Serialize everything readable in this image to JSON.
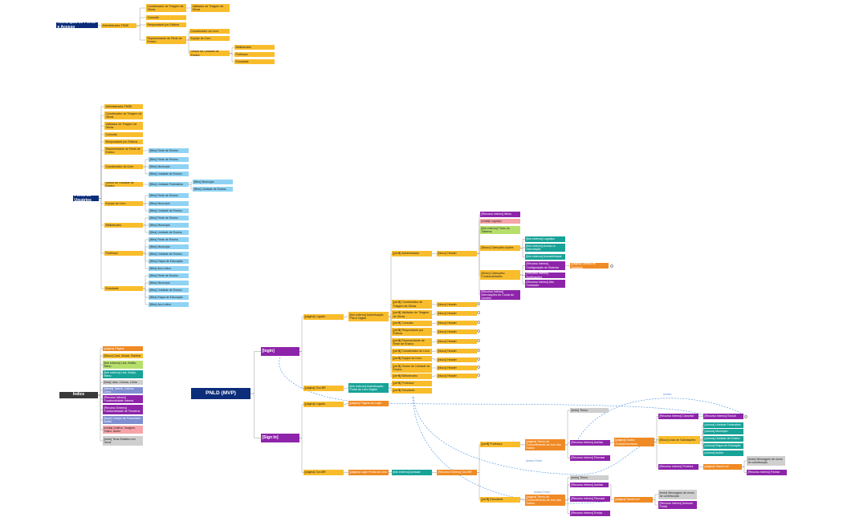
{
  "nodes": [
    {
      "id": "n1",
      "text": "Hierarquia de Perfis e Acesso",
      "color": "navy"
    },
    {
      "id": "n2",
      "text": "Administrador FNDE",
      "color": "yellow"
    },
    {
      "id": "n3",
      "text": "Coordenador de Triagem de Obras",
      "color": "yellow"
    },
    {
      "id": "n4",
      "text": "Validador de Triagem de Obras",
      "color": "yellow"
    },
    {
      "id": "n5",
      "text": "Consulta",
      "color": "yellow"
    },
    {
      "id": "n6",
      "text": "Responsável por Editora",
      "color": "yellow"
    },
    {
      "id": "n7",
      "text": "Representante de Rede de Ensino",
      "color": "yellow"
    },
    {
      "id": "n8",
      "text": "Coordenador do Livro",
      "color": "yellow"
    },
    {
      "id": "n9",
      "text": "Equipe do Livro",
      "color": "yellow"
    },
    {
      "id": "n10",
      "text": "Gestor de Unidade de Ensino",
      "color": "yellow"
    },
    {
      "id": "n11",
      "text": "Bibliotecário",
      "color": "yellow"
    },
    {
      "id": "n12",
      "text": "Professor",
      "color": "yellow"
    },
    {
      "id": "n13",
      "text": "Estudante",
      "color": "yellow"
    },
    {
      "id": "p0",
      "text": "Perfis de Usuários",
      "color": "navy"
    },
    {
      "id": "p1",
      "text": "Administrador FNDE",
      "color": "yellow"
    },
    {
      "id": "p2",
      "text": "Coordenador de Triagem de Obras",
      "color": "yellow"
    },
    {
      "id": "p3",
      "text": "Validador de Triagem de Obras",
      "color": "yellow"
    },
    {
      "id": "p4",
      "text": "Consulta",
      "color": "yellow"
    },
    {
      "id": "p5",
      "text": "Responsável por Editora",
      "color": "yellow"
    },
    {
      "id": "p6",
      "text": "Representante de Rede de Ensino",
      "color": "yellow"
    },
    {
      "id": "p7",
      "text": "Coordenador do Livro",
      "color": "yellow"
    },
    {
      "id": "p8",
      "text": "Gestor de Unidade de Ensino",
      "color": "yellow"
    },
    {
      "id": "p9",
      "text": "Equipe do Livro",
      "color": "yellow"
    },
    {
      "id": "p10",
      "text": "Bibliotecário",
      "color": "yellow"
    },
    {
      "id": "p11",
      "text": "Professor",
      "color": "yellow"
    },
    {
      "id": "p12",
      "text": "Estudante",
      "color": "yellow"
    },
    {
      "id": "b1",
      "text": "[filtro] Rede de Ensino",
      "color": "blue"
    },
    {
      "id": "b2",
      "text": "[filtro] Rede de Ensino",
      "color": "blue"
    },
    {
      "id": "b3",
      "text": "[filtro] Município",
      "color": "blue"
    },
    {
      "id": "b4",
      "text": "[filtro] Unidade de Ensino",
      "color": "blue"
    },
    {
      "id": "b5",
      "text": "[filtro] Unidade Federativa",
      "color": "blue"
    },
    {
      "id": "b6",
      "text": "[filtro] Município",
      "color": "blue"
    },
    {
      "id": "b7",
      "text": "[filtro] Unidade de Ensino",
      "color": "blue"
    },
    {
      "id": "b8",
      "text": "[filtro] Rede de Ensino",
      "color": "blue"
    },
    {
      "id": "b9",
      "text": "[filtro] Município",
      "color": "blue"
    },
    {
      "id": "b10",
      "text": "[filtro] Unidade de Ensino",
      "color": "blue"
    },
    {
      "id": "b11",
      "text": "[filtro] Rede de Ensino",
      "color": "blue"
    },
    {
      "id": "b12",
      "text": "[filtro] Município",
      "color": "blue"
    },
    {
      "id": "b13",
      "text": "[filtro] Unidade de Ensino",
      "color": "blue"
    },
    {
      "id": "b14",
      "text": "[filtro] Rede de Ensino",
      "color": "blue"
    },
    {
      "id": "b15",
      "text": "[filtro] Município",
      "color": "blue"
    },
    {
      "id": "b16",
      "text": "[filtro] Unidade de Ensino",
      "color": "blue"
    },
    {
      "id": "b17",
      "text": "[filtro] Etapa de Educação",
      "color": "blue"
    },
    {
      "id": "b18",
      "text": "[filtro] Ano Letivo",
      "color": "blue"
    },
    {
      "id": "b19",
      "text": "[filtro] Rede de Ensino",
      "color": "blue"
    },
    {
      "id": "b20",
      "text": "[filtro] Município",
      "color": "blue"
    },
    {
      "id": "b21",
      "text": "[filtro] Unidade de Ensino",
      "color": "blue"
    },
    {
      "id": "b22",
      "text": "[filtro] Etapa de Educação",
      "color": "blue"
    },
    {
      "id": "b23",
      "text": "[filtro] Ano Letivo",
      "color": "blue"
    },
    {
      "id": "l0",
      "text": "Indice",
      "color": "dark"
    },
    {
      "id": "l1",
      "text": "[página] Página",
      "color": "orange"
    },
    {
      "id": "l2",
      "text": "[Bloco] Card, Modal, Sidebar",
      "color": "yellow"
    },
    {
      "id": "l3",
      "text": "[link externo] Link, Botão, Menu",
      "color": "lgreen"
    },
    {
      "id": "l4",
      "text": "[link externo] Link, Botão, Menu",
      "color": "teal"
    },
    {
      "id": "l5",
      "text": "[lista] Lista, Coluna, Linha",
      "color": "gray"
    },
    {
      "id": "l6",
      "text": "[tabela] Tabela, Coluna, Linha",
      "color": "indigo"
    },
    {
      "id": "l7",
      "text": "[Recurso Interno] Funcionalidade Interna",
      "color": "purple"
    },
    {
      "id": "l8",
      "text": "[Recurso Externo] Funcionalidade de Terceiros",
      "color": "purple"
    },
    {
      "id": "l9",
      "text": "[input] Campo de Formulário, Botão",
      "color": "indigo"
    },
    {
      "id": "l10",
      "text": "[mídia] Gráfico, Imagem, Vídeo, Áudio",
      "color": "pink"
    },
    {
      "id": "l11",
      "text": "[texto] Texto Estático em Geral",
      "color": "gray"
    },
    {
      "id": "m0",
      "text": "PNLD (MVP)",
      "color": "navy"
    },
    {
      "id": "m1",
      "text": "[login]",
      "color": "purple"
    },
    {
      "id": "m2",
      "text": "[Sign In]",
      "color": "purple"
    },
    {
      "id": "m3",
      "text": "[página] Logado",
      "color": "yellow"
    },
    {
      "id": "m4",
      "text": "[página] Gov.BR",
      "color": "yellow"
    },
    {
      "id": "m5",
      "text": "[link externo] Autenticação PNLD Digital",
      "color": "yellow"
    },
    {
      "id": "m6",
      "text": "[link externo] Autenticação Portal do Livro Digital",
      "color": "teal"
    },
    {
      "id": "m7",
      "text": "[perfil] Administrador",
      "color": "yellow"
    },
    {
      "id": "m8",
      "text": "[perfil] Coordenador de Triagem de Obras",
      "color": "yellow"
    },
    {
      "id": "m9",
      "text": "[perfil] Validador de Triagem de Obras",
      "color": "yellow"
    },
    {
      "id": "m10",
      "text": "[perfil] Consulta",
      "color": "yellow"
    },
    {
      "id": "m11",
      "text": "[perfil] Responsável por Editora",
      "color": "yellow"
    },
    {
      "id": "m12",
      "text": "[perfil] Representante de Rede de Ensino",
      "color": "yellow"
    },
    {
      "id": "m13",
      "text": "[perfil] Coordenador do Livro",
      "color": "yellow"
    },
    {
      "id": "m14",
      "text": "[perfil] Equipe do Livro",
      "color": "yellow"
    },
    {
      "id": "m15",
      "text": "[perfil] Gestor de Unidade de Ensino",
      "color": "yellow"
    },
    {
      "id": "m16",
      "text": "[perfil] Bibliotecário",
      "color": "yellow"
    },
    {
      "id": "m17",
      "text": "[perfil] Professor",
      "color": "yellow"
    },
    {
      "id": "m18",
      "text": "[perfil] Estudante",
      "color": "yellow"
    },
    {
      "id": "h1",
      "text": "[bloco] Header",
      "color": "yellow"
    },
    {
      "id": "h2",
      "text": "[bloco] Header",
      "color": "yellow"
    },
    {
      "id": "h3",
      "text": "[bloco] Header",
      "color": "yellow"
    },
    {
      "id": "h4",
      "text": "[bloco] Header",
      "color": "yellow"
    },
    {
      "id": "h5",
      "text": "[bloco] Header",
      "color": "yellow"
    },
    {
      "id": "h6",
      "text": "[bloco] Header",
      "color": "yellow"
    },
    {
      "id": "h7",
      "text": "[bloco] Header",
      "color": "yellow"
    },
    {
      "id": "h8",
      "text": "[bloco] Header",
      "color": "yellow"
    },
    {
      "id": "h9",
      "text": "[bloco] Header",
      "color": "yellow"
    },
    {
      "id": "h10",
      "text": "[bloco] Header",
      "color": "yellow"
    },
    {
      "id": "t1",
      "text": "[Recurso Interno] Menu",
      "color": "purple"
    },
    {
      "id": "t2",
      "text": "[mídia] Logotipo",
      "color": "pink"
    },
    {
      "id": "t3",
      "text": "[link externo] Título do Sistema",
      "color": "lgreen"
    },
    {
      "id": "t4",
      "text": "[Bloco] Cabeçalho Ações",
      "color": "yellow"
    },
    {
      "id": "t5",
      "text": "[Bloco] Cabeçalho Funcionalidades",
      "color": "yellow"
    },
    {
      "id": "t6",
      "text": "[Recurso Interno] Informações de Conta do Usuário",
      "color": "purple"
    },
    {
      "id": "t7",
      "text": "[link externo] Logotipo",
      "color": "teal"
    },
    {
      "id": "t8",
      "text": "[link externo] Acesso à Informação",
      "color": "teal"
    },
    {
      "id": "t9",
      "text": "[link externo] Acessibilidade",
      "color": "teal"
    },
    {
      "id": "t10",
      "text": "[Recurso Interno] Configuração do Sistema",
      "color": "purple"
    },
    {
      "id": "t11",
      "text": "[Recurso Interno] Notificações",
      "color": "purple"
    },
    {
      "id": "t12",
      "text": "[Recurso Interno] Alto Contraste",
      "color": "purple"
    },
    {
      "id": "t13",
      "text": "[página] Gestão de Usuários",
      "color": "orange"
    },
    {
      "id": "s1",
      "text": "[página] Logado",
      "color": "yellow"
    },
    {
      "id": "s2",
      "text": "[página] Página de Login",
      "color": "orange"
    },
    {
      "id": "s3",
      "text": "[página] Gov.BR",
      "color": "yellow"
    },
    {
      "id": "s4",
      "text": "[página] Login Portal do Livro",
      "color": "orange"
    },
    {
      "id": "s5",
      "text": "[link externo] Acessar",
      "color": "teal"
    },
    {
      "id": "s6",
      "text": "[Recurso Externo] Gov.BR",
      "color": "orange"
    },
    {
      "id": "s7",
      "text": "[perfil] Professor",
      "color": "yellow"
    },
    {
      "id": "s8",
      "text": "[perfil] Estudante",
      "color": "yellow"
    },
    {
      "id": "s9",
      "text": "[página] Termo de Consentimento de Uso dos Dados",
      "color": "orange"
    },
    {
      "id": "s10",
      "text": "[página] Termo de Consentimento de Uso dos Dados",
      "color": "orange"
    },
    {
      "id": "s11",
      "text": "[texto] Termo",
      "color": "gray"
    },
    {
      "id": "s12",
      "text": "[Recurso Interno] Aceitar",
      "color": "purple"
    },
    {
      "id": "s13",
      "text": "[Recurso Interno] Recusar",
      "color": "purple"
    },
    {
      "id": "s14",
      "text": "[texto] Termo",
      "color": "gray"
    },
    {
      "id": "s15",
      "text": "[Recurso Interno] Aceitar",
      "color": "purple"
    },
    {
      "id": "s16",
      "text": "[Recurso Interno] Recusar",
      "color": "purple"
    },
    {
      "id": "s17",
      "text": "[página] Dados Complementares",
      "color": "orange"
    },
    {
      "id": "s18",
      "text": "[página] Saved Lef",
      "color": "orange"
    },
    {
      "id": "s19",
      "text": "[Recurso Interno] Enviar",
      "color": "purple"
    },
    {
      "id": "s20",
      "text": "[Bloco] Lista de Solicitações",
      "color": "yellow"
    },
    {
      "id": "s21",
      "text": "[Recurso Interno] Cancelar",
      "color": "purple"
    },
    {
      "id": "s22",
      "text": "[Recurso Interno] Próxima",
      "color": "purple"
    },
    {
      "id": "s23",
      "text": "[coluna] Unidade Federativa",
      "color": "teal"
    },
    {
      "id": "s24",
      "text": "[coluna] Município",
      "color": "teal"
    },
    {
      "id": "s25",
      "text": "[coluna] Unidade de Ensino",
      "color": "teal"
    },
    {
      "id": "s26",
      "text": "[coluna] Etapa de Educação",
      "color": "teal"
    },
    {
      "id": "s27",
      "text": "[coluna] Ações",
      "color": "teal"
    },
    {
      "id": "s28",
      "text": "[página] Saved Lef",
      "color": "orange"
    },
    {
      "id": "s29",
      "text": "[Recurso Interno] Excluir",
      "color": "purple"
    },
    {
      "id": "s30",
      "text": "[texto] Mensagem de envio de contribuição",
      "color": "gray"
    },
    {
      "id": "s31",
      "text": "[Recurso Interno] Fechar",
      "color": "purple"
    },
    {
      "id": "s32",
      "text": "[texto] Mensagem de envio de contribuição",
      "color": "gray"
    },
    {
      "id": "s33",
      "text": "[Recurso Interno] Acessar Portal",
      "color": "purple"
    }
  ],
  "edge_labels": [
    "Acesso Portal",
    "Acesso Portal",
    "Acesso"
  ]
}
